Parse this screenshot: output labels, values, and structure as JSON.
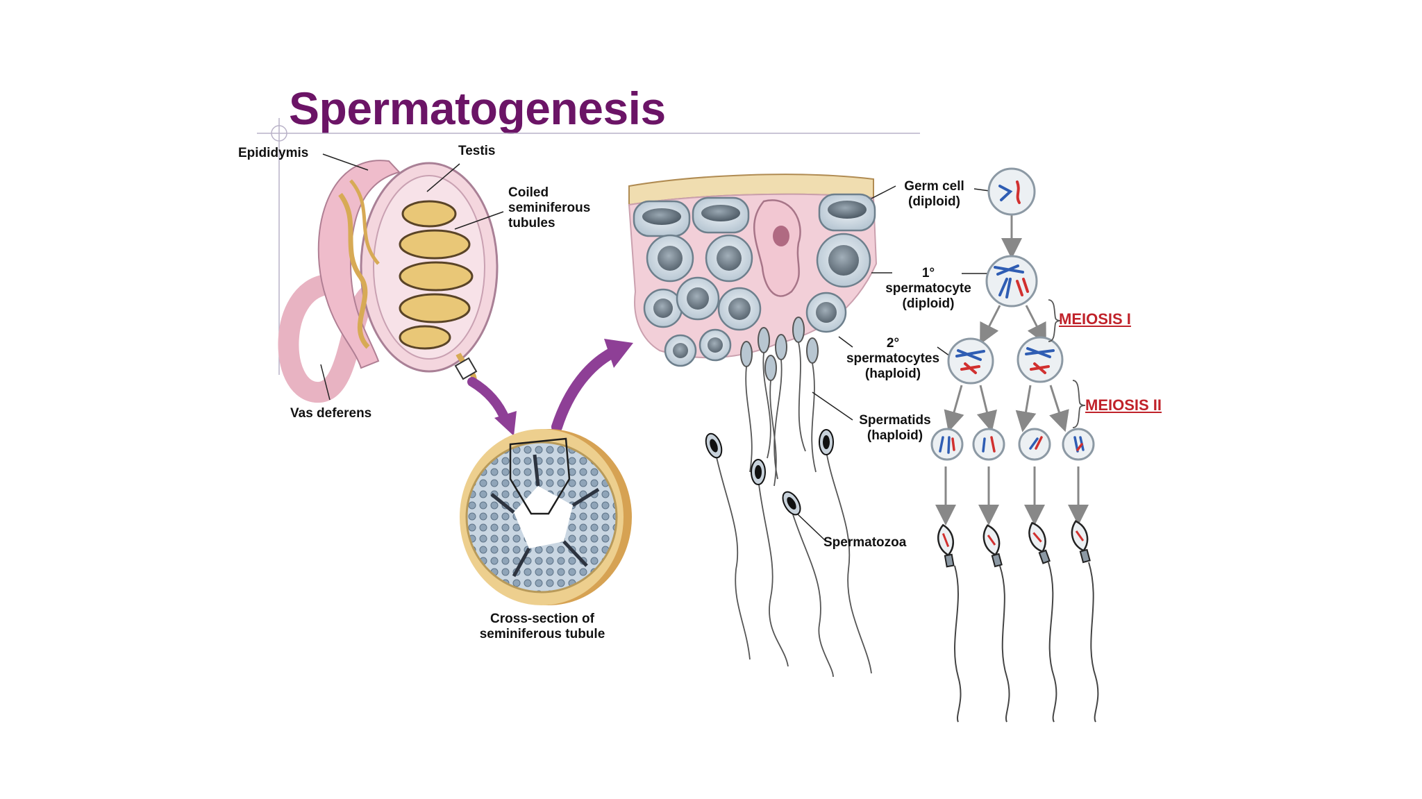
{
  "title": "Spermatogenesis",
  "labels": {
    "epididymis": "Epididymis",
    "testis": "Testis",
    "coiled_1": "Coiled",
    "coiled_2": "seminiferous",
    "coiled_3": "tubules",
    "vas_deferens": "Vas deferens",
    "cross_1": "Cross-section of",
    "cross_2": "seminiferous tubule",
    "germ_1": "Germ cell",
    "germ_2": "(diploid)",
    "primary_1": "1°",
    "primary_2": "spermatocyte",
    "primary_3": "(diploid)",
    "secondary_1": "2°",
    "secondary_2": "spermatocytes",
    "secondary_3": "(haploid)",
    "spermatids_1": "Spermatids",
    "spermatids_2": "(haploid)",
    "spermatozoa": "Spermatozoa"
  },
  "stages": {
    "meiosis_1": "MEIOSIS I",
    "meiosis_2": "MEIOSIS II"
  },
  "colors": {
    "title": "#6b1466",
    "meiosis": "#c0222a",
    "arrow": "#8e3f96",
    "chromosome_blue": "#2f5db3",
    "chromosome_red": "#d1302f",
    "tissue_pink": "#f2cfd8",
    "tubule_yellow": "#e9c777"
  }
}
